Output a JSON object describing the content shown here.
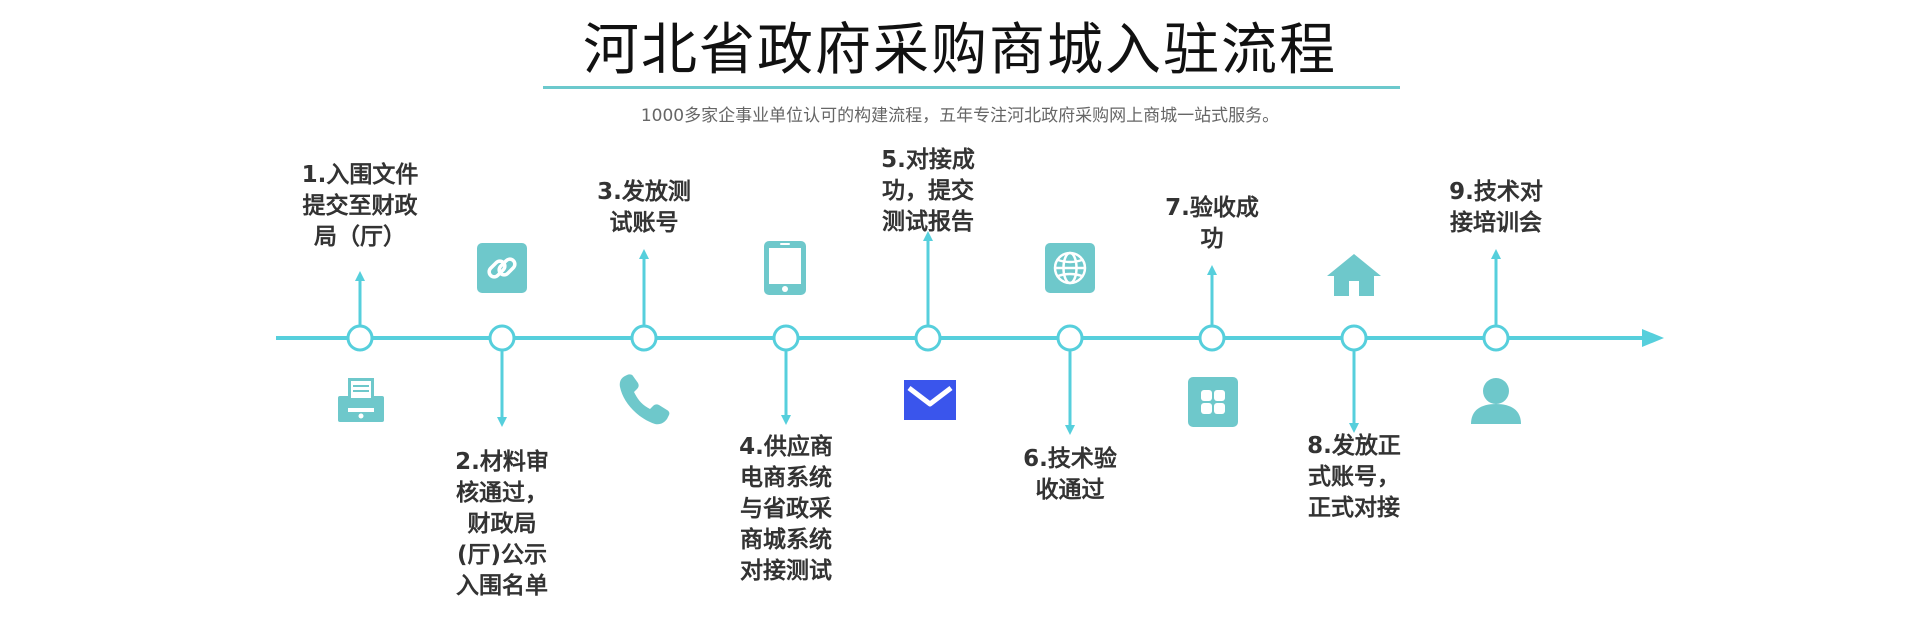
{
  "title": "河北省政府采购商城入驻流程",
  "subtitle": "1000多家企事业单位认可的构建流程，五年专注河北政府采购网上商城一站式服务。",
  "colors": {
    "line": "#56cfdc",
    "icon_teal": "#6ec8cb",
    "icon_blue": "#3a55ec",
    "text": "#333333",
    "title_underline": "#6cc9cd"
  },
  "steps": [
    {
      "label": "1.入围文件\n提交至财政\n局（厅）",
      "direction": "up",
      "icon": "fax-icon"
    },
    {
      "label": "2.材料审\n核通过，\n财政局\n(厅)公示\n入围名单",
      "direction": "down",
      "icon": "link-icon"
    },
    {
      "label": "3.发放测\n试账号",
      "direction": "up",
      "icon": "phone-icon"
    },
    {
      "label": "4.供应商\n电商系统\n与省政采\n商城系统\n对接测试",
      "direction": "down",
      "icon": "tablet-icon"
    },
    {
      "label": "5.对接成\n功，提交\n测试报告",
      "direction": "up",
      "icon": "mail-icon"
    },
    {
      "label": "6.技术验\n收通过",
      "direction": "down",
      "icon": "globe-icon"
    },
    {
      "label": "7.验收成\n功",
      "direction": "up",
      "icon": "grid-icon"
    },
    {
      "label": "8.发放正\n式账号，\n正式对接",
      "direction": "down",
      "icon": "home-icon"
    },
    {
      "label": "9.技术对\n接培训会",
      "direction": "up",
      "icon": "user-icon"
    }
  ]
}
